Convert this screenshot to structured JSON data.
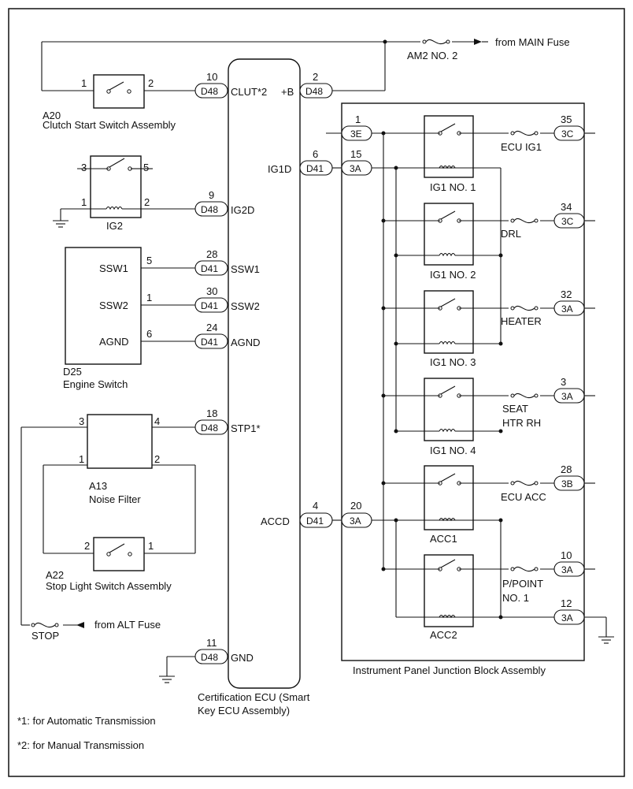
{
  "power": {
    "main_fuse_label": "from MAIN Fuse",
    "am2_fuse_label": "AM2 NO. 2",
    "alt_fuse_label": "from ALT Fuse",
    "stop_fuse_label": "STOP"
  },
  "components": {
    "a20": {
      "code": "A20",
      "name": "Clutch Start Switch Assembly",
      "pin1": "1",
      "pin2": "2"
    },
    "ig2": {
      "name": "IG2",
      "pin3": "3",
      "pin5": "5",
      "pin1": "1",
      "pin2": "2"
    },
    "d25": {
      "code": "D25",
      "name": "Engine Switch",
      "ssw1": "SSW1",
      "ssw2": "SSW2",
      "agnd": "AGND",
      "pin5": "5",
      "pin1": "1",
      "pin6": "6"
    },
    "a13": {
      "code": "A13",
      "name": "Noise Filter",
      "pin3": "3",
      "pin4": "4",
      "pin1": "1",
      "pin2": "2"
    },
    "a22": {
      "code": "A22",
      "name": "Stop Light Switch Assembly",
      "pin2": "2",
      "pin1": "1"
    }
  },
  "ecu": {
    "name_line1": "Certification ECU (Smart",
    "name_line2": "Key ECU Assembly)",
    "pins": {
      "clut": {
        "num": "10",
        "conn": "D48",
        "label": "CLUT*2"
      },
      "plusb": {
        "num": "2",
        "conn": "D48",
        "label": "+B"
      },
      "ig1d": {
        "num": "6",
        "conn": "D41",
        "label": "IG1D"
      },
      "ig2d": {
        "num": "9",
        "conn": "D48",
        "label": "IG2D"
      },
      "ssw1": {
        "num": "28",
        "conn": "D41",
        "label": "SSW1"
      },
      "ssw2": {
        "num": "30",
        "conn": "D41",
        "label": "SSW2"
      },
      "agnd": {
        "num": "24",
        "conn": "D41",
        "label": "AGND"
      },
      "stp1": {
        "num": "18",
        "conn": "D48",
        "label": "STP1*"
      },
      "accd": {
        "num": "4",
        "conn": "D41",
        "label": "ACCD"
      },
      "gnd": {
        "num": "11",
        "conn": "D48",
        "label": "GND"
      }
    }
  },
  "junction_block": {
    "name": "Instrument Panel Junction Block Assembly",
    "in_3e": {
      "num": "1",
      "conn": "3E"
    },
    "in_ig1": {
      "num": "15",
      "conn": "3A"
    },
    "in_acc": {
      "num": "20",
      "conn": "3A"
    },
    "relays": [
      "IG1 NO. 1",
      "IG1 NO. 2",
      "IG1 NO. 3",
      "IG1 NO. 4",
      "ACC1",
      "ACC2"
    ],
    "outputs": [
      {
        "fuse": "ECU IG1",
        "num": "35",
        "conn": "3C"
      },
      {
        "fuse": "DRL",
        "num": "34",
        "conn": "3C"
      },
      {
        "fuse": "HEATER",
        "num": "32",
        "conn": "3A"
      },
      {
        "fuse_line1": "SEAT",
        "fuse_line2": "HTR RH",
        "num": "3",
        "conn": "3A"
      },
      {
        "fuse": "ECU ACC",
        "num": "28",
        "conn": "3B"
      },
      {
        "fuse_line1": "P/POINT",
        "fuse_line2": "NO. 1",
        "num": "10",
        "conn": "3A"
      },
      {
        "num": "12",
        "conn": "3A"
      }
    ]
  },
  "notes": [
    "*1: for Automatic Transmission",
    "*2: for Manual Transmission"
  ]
}
